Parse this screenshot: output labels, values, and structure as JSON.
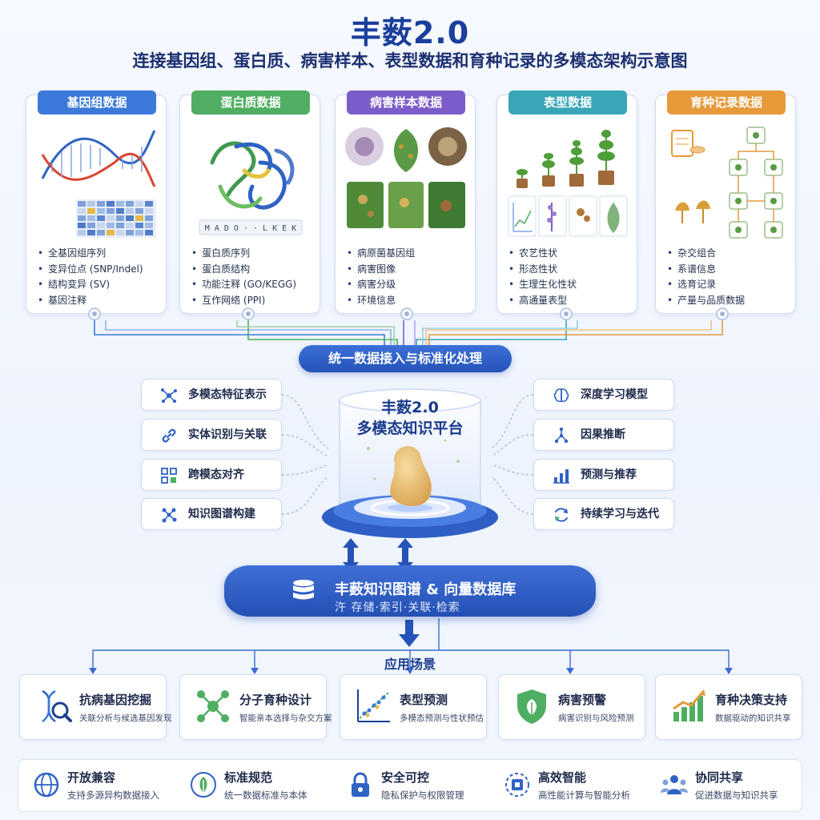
{
  "header": {
    "title": "丰薮2.0",
    "subtitle": "连接基因组、蛋白质、病害样本、表型数据和育种记录的多模态架构示意图"
  },
  "colors": {
    "primary": "#2553b8",
    "genome": "#3b7ad8",
    "protein": "#4fae62",
    "disease": "#7b5cc8",
    "phenotype": "#38a6b6",
    "breeding": "#e69a3a"
  },
  "sources": [
    {
      "title": "基因组数据",
      "color": "#3b7ad8",
      "seq_text": "",
      "items": [
        "全基因组序列",
        "变异位点 (SNP/Indel)",
        "结构变异 (SV)",
        "基因注释"
      ]
    },
    {
      "title": "蛋白质数据",
      "color": "#4fae62",
      "seq_text": "M A D O · · L K E K",
      "items": [
        "蛋白质序列",
        "蛋白质结构",
        "功能注释 (GO/KEGG)",
        "互作网络 (PPI)"
      ]
    },
    {
      "title": "病害样本数据",
      "color": "#7b5cc8",
      "seq_text": "",
      "items": [
        "病原菌基因组",
        "病害图像",
        "病害分级",
        "环境信息"
      ]
    },
    {
      "title": "表型数据",
      "color": "#38a6b6",
      "seq_text": "",
      "items": [
        "农艺性状",
        "形态性状",
        "生理生化性状",
        "高通量表型"
      ]
    },
    {
      "title": "育种记录数据",
      "color": "#e69a3a",
      "seq_text": "",
      "items": [
        "杂交组合",
        "系谱信息",
        "选育记录",
        "产量与品质数据"
      ]
    }
  ],
  "ingest": {
    "label": "统一数据接入与标准化处理"
  },
  "left_features": [
    {
      "label": "多模态特征表示",
      "icon": "network-icon"
    },
    {
      "label": "实体识别与关联",
      "icon": "link-icon"
    },
    {
      "label": "跨模态对齐",
      "icon": "grid-icon"
    },
    {
      "label": "知识图谱构建",
      "icon": "graph-icon"
    }
  ],
  "right_features": [
    {
      "label": "深度学习模型",
      "icon": "brain-icon"
    },
    {
      "label": "因果推断",
      "icon": "tree-icon"
    },
    {
      "label": "预测与推荐",
      "icon": "bar-chart-icon"
    },
    {
      "label": "持续学习与迭代",
      "icon": "refresh-icon"
    }
  ],
  "platform": {
    "line1": "丰薮2.0",
    "line2": "多模态知识平台"
  },
  "database": {
    "title": "丰薮知识图谱 & 向量数据库",
    "subtitle": "汻 存储·索引·关联·检索"
  },
  "applications": {
    "title": "应用场景",
    "items": [
      {
        "name": "抗病基因挖掘",
        "desc": "关联分析与候选基因发现",
        "icon": "dna-search-icon"
      },
      {
        "name": "分子育种设计",
        "desc": "智能亲本选择与杂交方案",
        "icon": "molecule-icon"
      },
      {
        "name": "表型预测",
        "desc": "多模态预测与性状预估",
        "icon": "scatter-chart-icon"
      },
      {
        "name": "病害预警",
        "desc": "病害识别与风险预测",
        "icon": "shield-leaf-icon"
      },
      {
        "name": "育种决策支持",
        "desc": "数据驱动的知识共享",
        "icon": "growth-chart-icon"
      }
    ]
  },
  "principles": [
    {
      "name": "开放兼容",
      "desc": "支持多源异构数据接入",
      "icon": "globe-icon"
    },
    {
      "name": "标准规范",
      "desc": "统一数据标准与本体",
      "icon": "standard-icon"
    },
    {
      "name": "安全可控",
      "desc": "隐私保护与权限管理",
      "icon": "lock-icon"
    },
    {
      "name": "高效智能",
      "desc": "高性能计算与智能分析",
      "icon": "cpu-icon"
    },
    {
      "name": "协同共享",
      "desc": "促进数据与知识共享",
      "icon": "users-icon"
    }
  ]
}
